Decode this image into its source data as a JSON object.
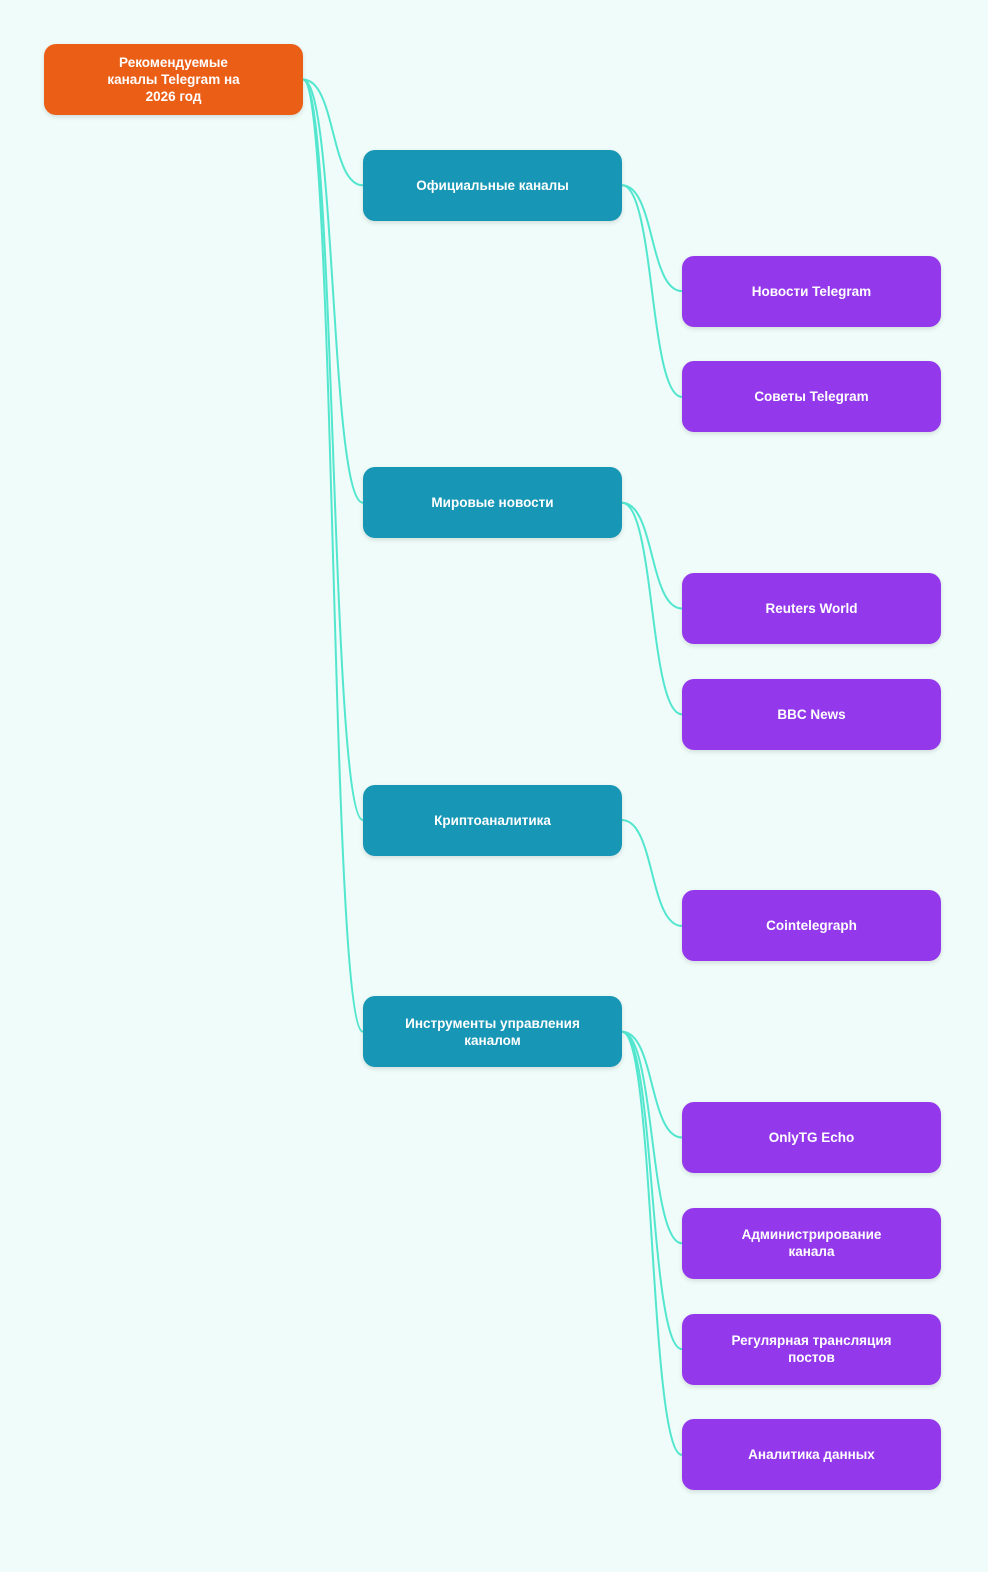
{
  "colors": {
    "background": "#effcf9",
    "root": "#eb5e16",
    "branch": "#1796b6",
    "leaf": "#9438ec",
    "link": "#53e6cf"
  },
  "root": {
    "label": "Рекомендуемые каналы Telegram на 2026 год"
  },
  "branches": [
    {
      "label": "Официальные каналы",
      "children": [
        {
          "label": "Новости Telegram"
        },
        {
          "label": "Советы Telegram"
        }
      ]
    },
    {
      "label": "Мировые новости",
      "children": [
        {
          "label": "Reuters World"
        },
        {
          "label": "BBC News"
        }
      ]
    },
    {
      "label": "Криптоаналитика",
      "children": [
        {
          "label": "Cointelegraph"
        }
      ]
    },
    {
      "label": "Инструменты управления каналом",
      "children": [
        {
          "label": "OnlyTG Echo"
        },
        {
          "label": "Администрирование канала"
        },
        {
          "label": "Регулярная трансляция постов"
        },
        {
          "label": "Аналитика данных"
        }
      ]
    }
  ]
}
